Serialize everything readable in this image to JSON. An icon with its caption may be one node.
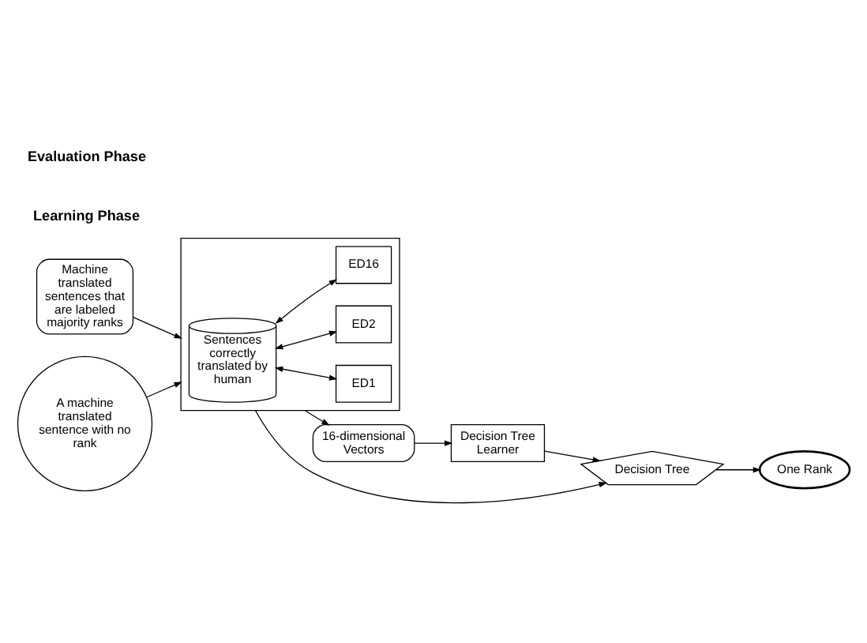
{
  "diagram": {
    "nodes": [
      {
        "text": [
          "Machine translated sentences that are labeled majority ranks"
        ]
      },
      {
        "text": [],
        "shape": "box"
      },
      {
        "text": [
          "ED1"
        ],
        "in": 1
      },
      {
        "text": [
          "ED2"
        ],
        "in": 1
      },
      {
        "text": [
          "ED16"
        ],
        "in": 1
      },
      {
        "text": [
          "Sentences correctly translated by human"
        ],
        "in": 1
      },
      {
        "text": [
          "16-dimensional Vectors"
        ]
      },
      {
        "text": [
          "Decision Tree Learner"
        ]
      },
      {
        "text": [
          "A machine translated sentence with no rank"
        ]
      },
      {
        "text": [
          "Decision Tree"
        ]
      },
      {
        "text": [
          "One Rank"
        ]
      }
    ],
    "edges": [
      {
        "from": 0,
        "to": 1,
        "arrow": "to"
      },
      {
        "from": 8,
        "to": 1,
        "arrow": "to"
      },
      {
        "from": 5,
        "to": 2,
        "arrow": "both"
      },
      {
        "from": 5,
        "to": 3,
        "arrow": "both"
      },
      {
        "from": 5,
        "to": 4,
        "arrow": "both"
      },
      {
        "from": 1,
        "to": 6,
        "arrow": "to"
      },
      {
        "from": 6,
        "to": 7,
        "arrow": "to"
      },
      {
        "from": 7,
        "to": 9,
        "arrow": "to"
      },
      {
        "from": 1,
        "to": 9,
        "arrow": "to"
      },
      {
        "from": 9,
        "to": 10,
        "arrow": "to"
      }
    ],
    "labels": [
      "Learning Phase",
      "Evaluation Phase"
    ]
  }
}
